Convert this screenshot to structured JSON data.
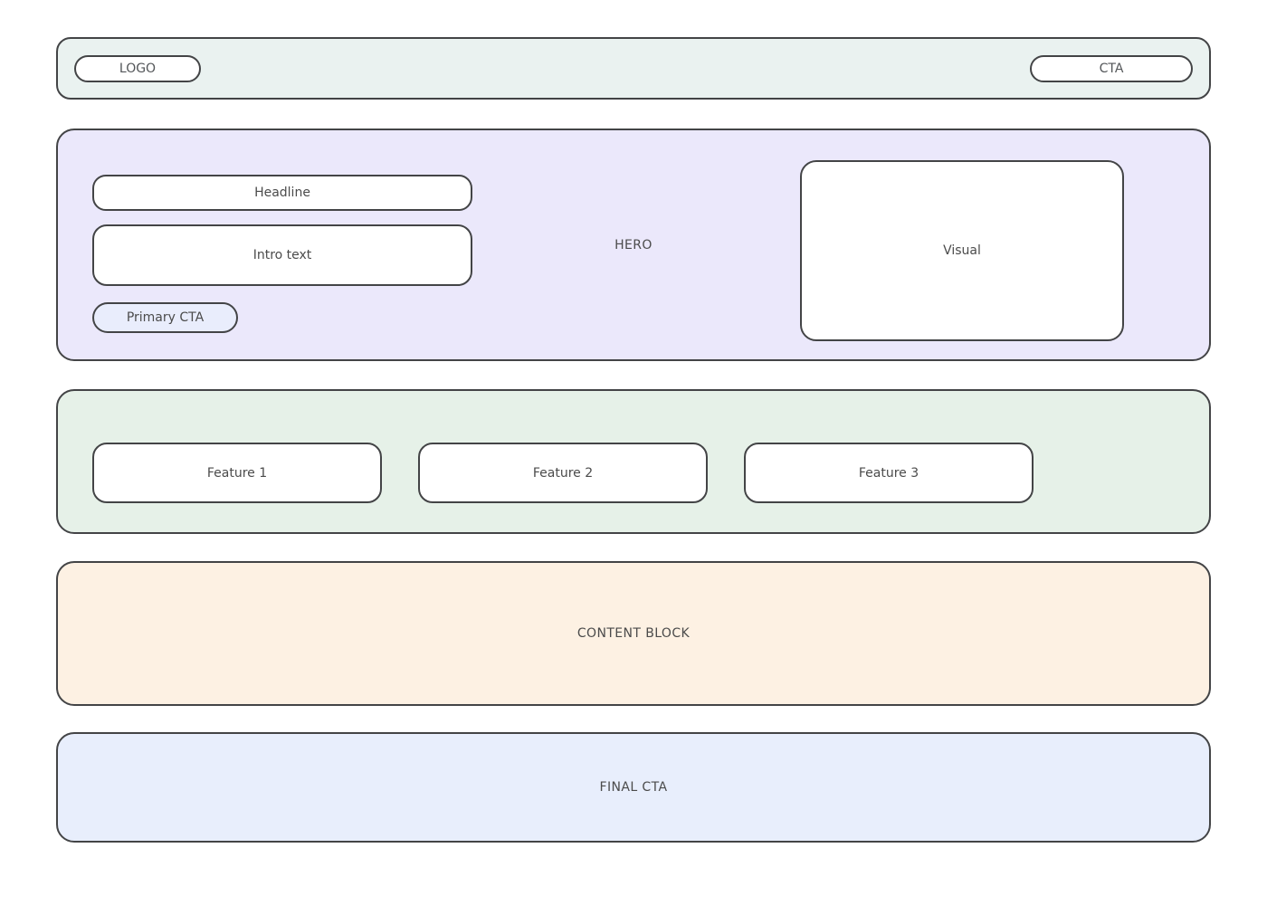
{
  "page": {
    "background": "#ffffff",
    "border_color": "#434446",
    "text_color": "#4b4b4b"
  },
  "header": {
    "bg": "#eaf2f0",
    "logo_label": "LOGO",
    "cta_label": "CTA"
  },
  "hero": {
    "bg": "#ebe8fb",
    "label": "HERO",
    "headline_label": "Headline",
    "intro_label": "Intro text",
    "primary_cta_label": "Primary CTA",
    "primary_cta_bg": "#e9edfc",
    "visual_label": "Visual"
  },
  "features": {
    "bg": "#e6f1e8",
    "items": [
      {
        "label": "Feature 1"
      },
      {
        "label": "Feature 2"
      },
      {
        "label": "Feature 3"
      }
    ]
  },
  "content_block": {
    "bg": "#fdf1e3",
    "label": "CONTENT BLOCK"
  },
  "final_cta": {
    "bg": "#e8eefc",
    "label": "FINAL CTA"
  }
}
